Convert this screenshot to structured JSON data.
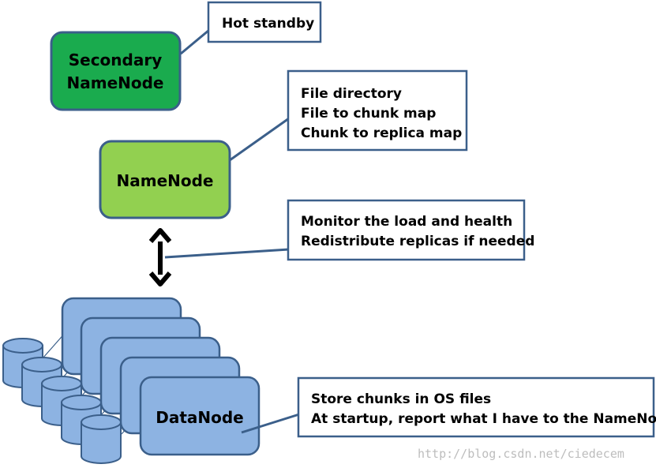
{
  "colors": {
    "secondary_fill": "#1aab4e",
    "namenode_fill": "#92d050",
    "datanode_fill": "#8db3e2",
    "node_border": "#3b5f8a",
    "callout_border": "#3b5f8a",
    "text": "#000000",
    "watermark": "#bdbdbd"
  },
  "secondary_namenode": {
    "label_line1": "Secondary",
    "label_line2": "NameNode"
  },
  "namenode": {
    "label": "NameNode"
  },
  "datanode": {
    "label": "DataNode"
  },
  "callouts": {
    "hot_standby": {
      "lines": [
        "Hot standby"
      ]
    },
    "metadata": {
      "lines": [
        "File directory",
        "File to chunk map",
        "Chunk to replica map"
      ]
    },
    "monitor": {
      "lines": [
        "Monitor the load and health",
        "Redistribute replicas if needed"
      ]
    },
    "storage": {
      "lines": [
        "Store chunks in OS files",
        "At startup, report what I have to the NameNode"
      ]
    }
  },
  "watermark": {
    "text": "http://blog.csdn.net/ciedecem"
  }
}
